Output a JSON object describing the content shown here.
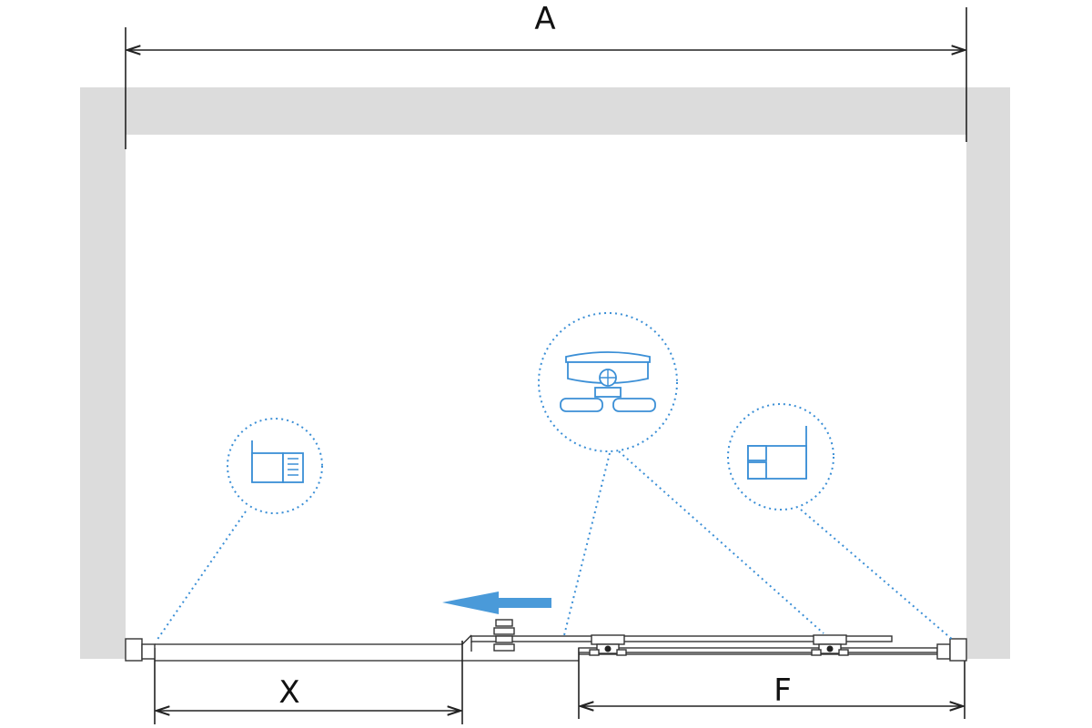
{
  "labels": {
    "overall_width": "A",
    "opening": "X",
    "fixed_panel": "F"
  },
  "colors": {
    "wall": "#dcdcdc",
    "accent": "#3b8fd6",
    "line": "#222222"
  },
  "icons": {
    "arrow": "arrow-left-icon",
    "left_detail": "wall-profile-detail-icon",
    "center_detail": "roller-detail-icon",
    "right_detail": "end-profile-detail-icon"
  }
}
